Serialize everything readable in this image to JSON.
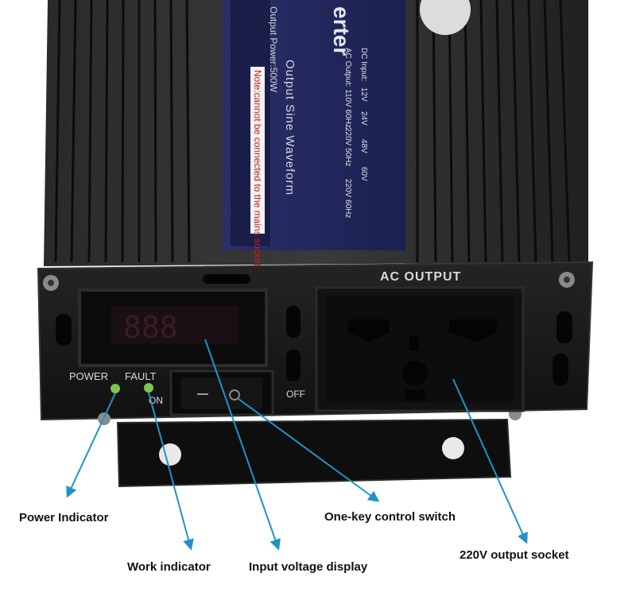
{
  "product_label": {
    "brand_fragment": "erter",
    "output_power": "Output Power:500W",
    "waveform": "Output Sine Waveform",
    "warning": "Note:cannot be connected to the mains socket",
    "dc_input_heading": "DC Input:",
    "dc_options": [
      "12V",
      "24V",
      "48V",
      "60V"
    ],
    "ac_output_heading": "AC Output: 110V 60Hz",
    "ac_options": [
      "220V 50Hz",
      "220V 60Hz"
    ]
  },
  "front_panel": {
    "ac_output_label": "AC OUTPUT",
    "power_led_label": "POWER",
    "fault_led_label": "FAULT",
    "switch_on_label": "ON",
    "switch_off_label": "OFF",
    "colors": {
      "led": "#7cc84a",
      "callout_line": "#1f93c9",
      "housing": "#1a1a1a"
    }
  },
  "callouts": {
    "power_indicator": "Power Indicator",
    "work_indicator": "Work indicator",
    "input_voltage_display": "Input voltage display",
    "one_key_switch": "One-key control switch",
    "output_socket": "220V output socket"
  }
}
